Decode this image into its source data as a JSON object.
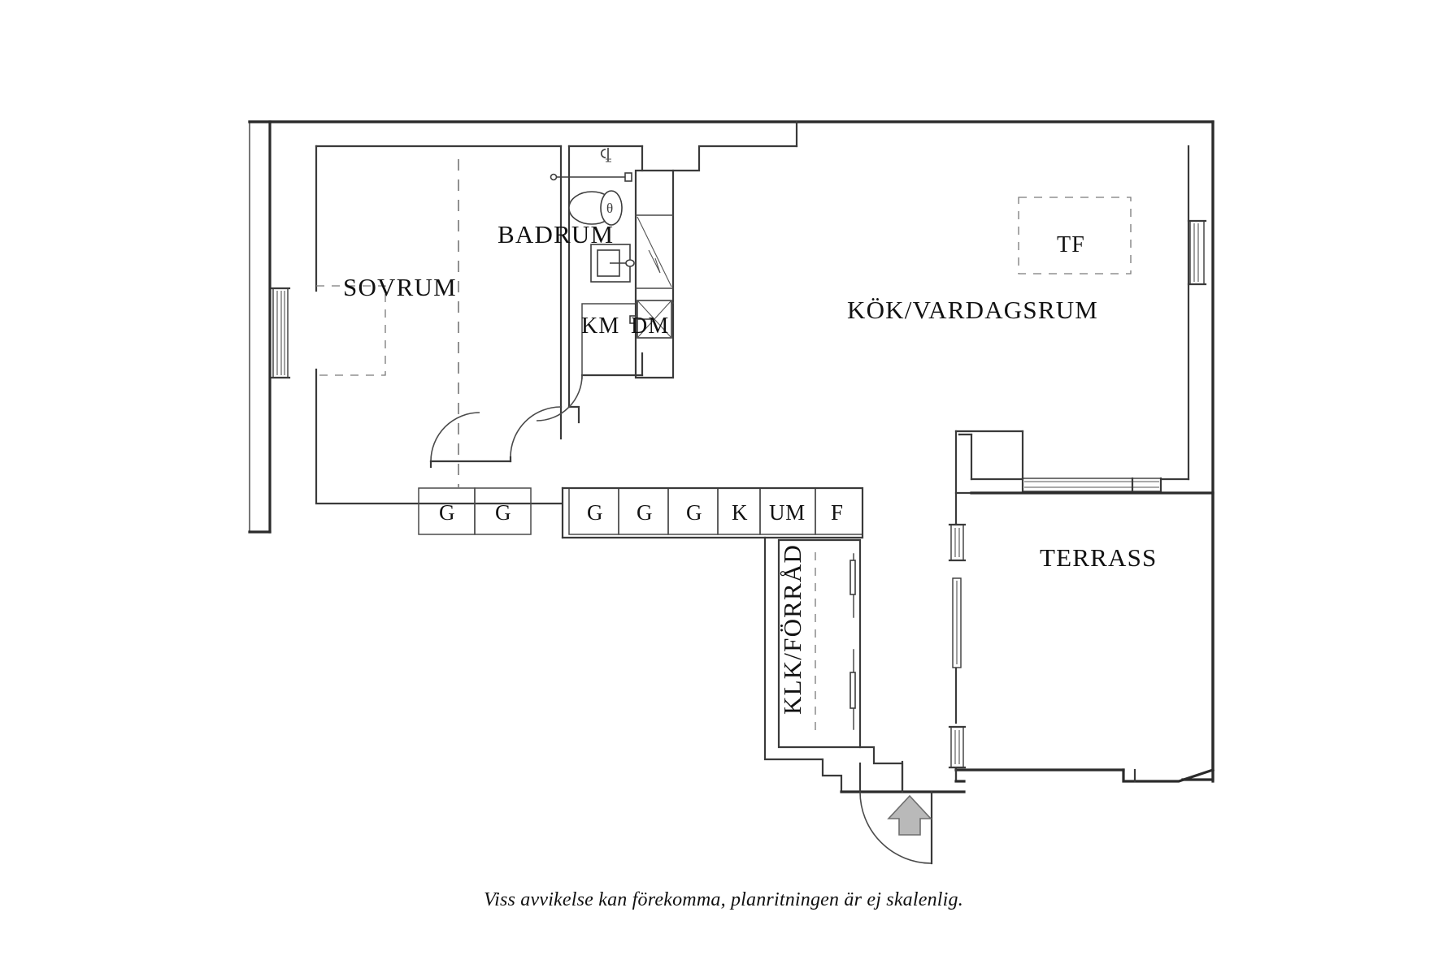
{
  "document": {
    "type": "floor-plan",
    "caption": "Viss avvikelse kan förekomma, planritningen är ej skalenlig.",
    "background_color": "#ffffff",
    "line_color": "#2b2b2b",
    "arrow_color": "#b9b9b9"
  },
  "rooms": [
    {
      "id": "sovrum",
      "label": "SOVRUM",
      "orientation": "horizontal"
    },
    {
      "id": "badrum",
      "label": "BADRUM",
      "orientation": "horizontal"
    },
    {
      "id": "kok",
      "label": "KÖK/VARDAGSRUM",
      "orientation": "horizontal"
    },
    {
      "id": "terrass",
      "label": "TERRASS",
      "orientation": "horizontal"
    },
    {
      "id": "klk_forrad",
      "label": "KLK/FÖRRÅD",
      "orientation": "vertical"
    }
  ],
  "appliances": [
    {
      "id": "km",
      "label": "KM",
      "meaning": "kylskap-marker"
    },
    {
      "id": "dm",
      "label": "DM",
      "meaning": "diskmaskin-marker"
    },
    {
      "id": "tf",
      "label": "TF",
      "meaning": "torkskap-marker"
    }
  ],
  "cabinet_run_left": {
    "labels": [
      "G",
      "G"
    ]
  },
  "cabinet_run_right": {
    "labels": [
      "G",
      "G",
      "G",
      "K",
      "UM",
      "F"
    ]
  },
  "entry": {
    "marker": "entry-arrow",
    "direction": "up"
  }
}
